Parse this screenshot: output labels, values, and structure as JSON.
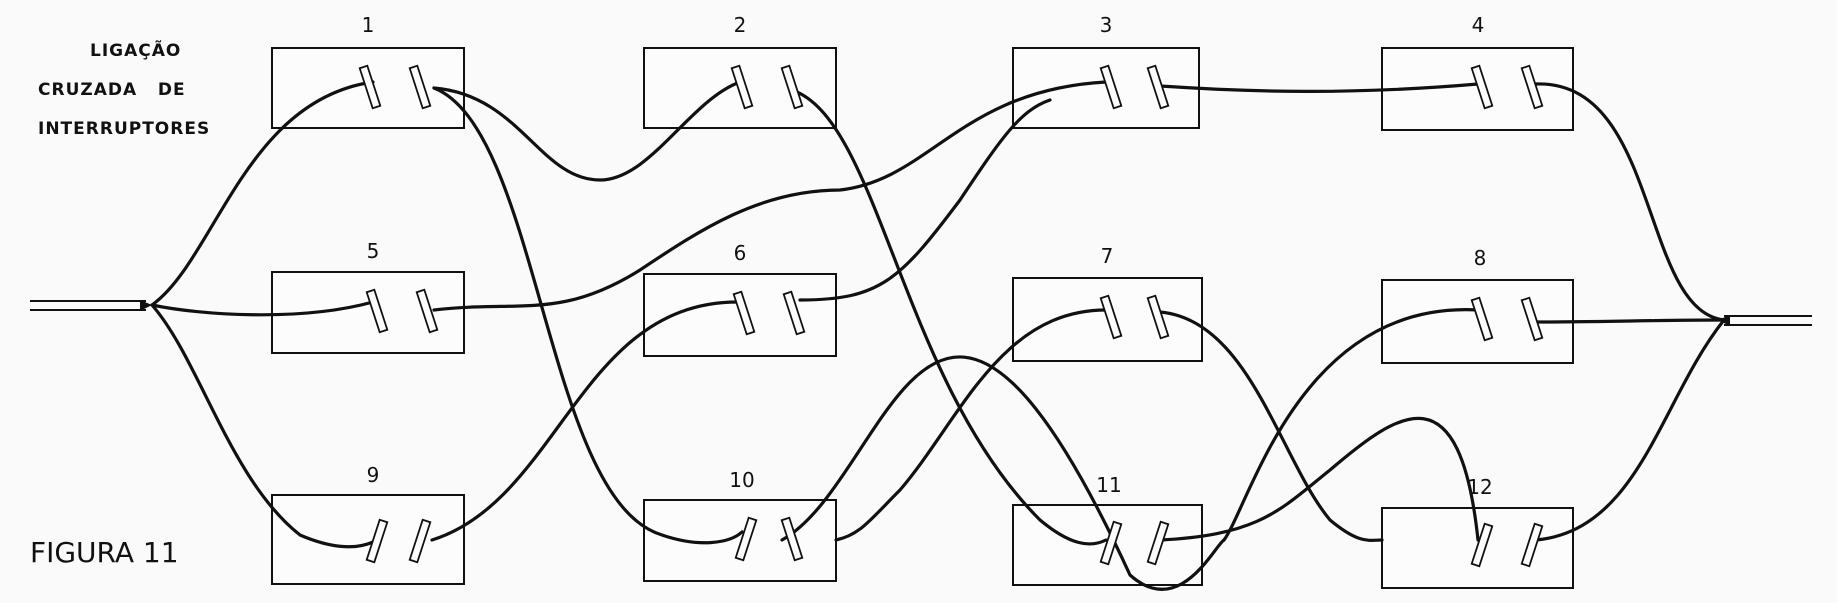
{
  "diagram": {
    "title_lines": [
      "LIGAÇÃO",
      "CRUZADA   DE",
      "INTERRUPTORES"
    ],
    "figure_label": "FIGURA 11",
    "switches": [
      {
        "number": "1"
      },
      {
        "number": "2"
      },
      {
        "number": "3"
      },
      {
        "number": "4"
      },
      {
        "number": "5"
      },
      {
        "number": "6"
      },
      {
        "number": "7"
      },
      {
        "number": "8"
      },
      {
        "number": "9"
      },
      {
        "number": "10"
      },
      {
        "number": "11"
      },
      {
        "number": "12"
      }
    ]
  }
}
